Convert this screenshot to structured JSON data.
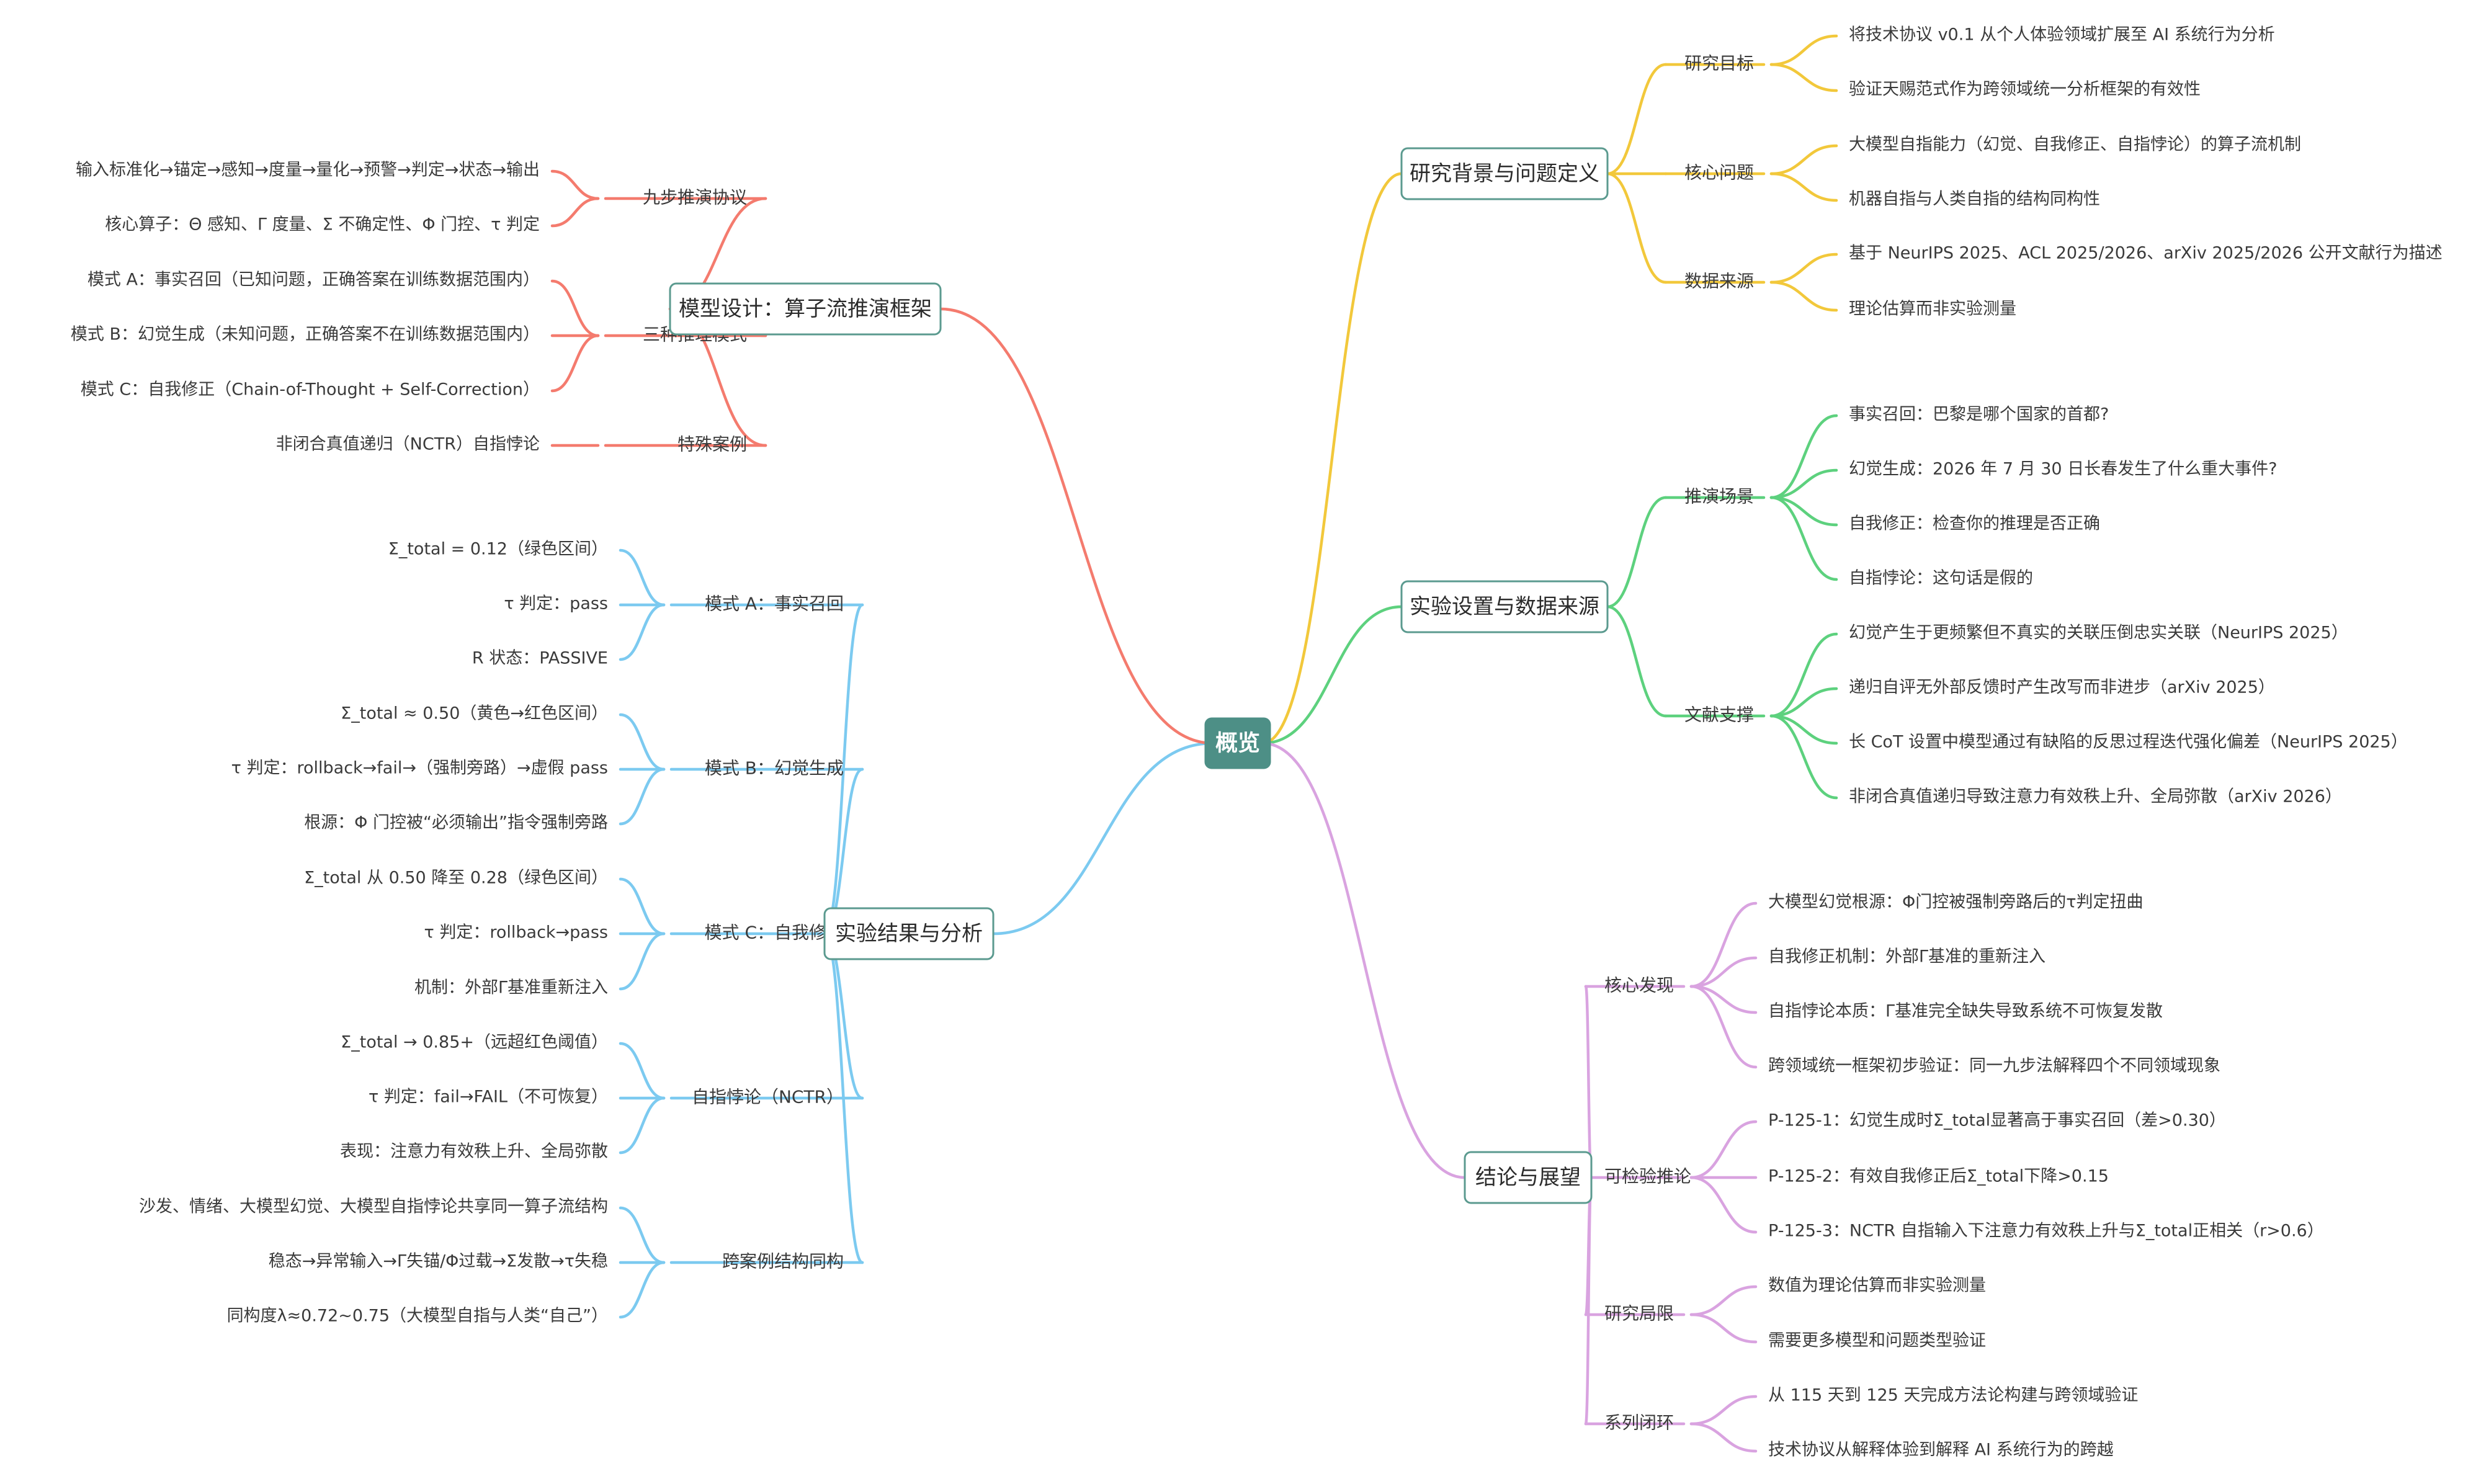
{
  "root": {
    "label": "概览"
  },
  "colors": {
    "background": "#ffffff",
    "root_fill": "#4d8f86",
    "branch_yellow": "#f2c83b",
    "branch_green": "#5dd17e",
    "branch_purple": "#d9a3e0",
    "branch_blue": "#7ccaf0",
    "branch_red": "#f47b6e",
    "box_border": "#5b9a8f"
  },
  "branches": [
    {
      "label": "研究背景与问题定义",
      "color": "yellow",
      "groups": [
        {
          "label": "研究目标",
          "items": [
            "将技术协议 v0.1 从个人体验领域扩展至 AI 系统行为分析",
            "验证天赐范式作为跨领域统一分析框架的有效性"
          ]
        },
        {
          "label": "核心问题",
          "items": [
            "大模型自指能力（幻觉、自我修正、自指悖论）的算子流机制",
            "机器自指与人类自指的结构同构性"
          ]
        },
        {
          "label": "数据来源",
          "items": [
            "基于 NeurIPS 2025、ACL 2025/2026、arXiv 2025/2026 公开文献行为描述",
            "理论估算而非实验测量"
          ]
        }
      ]
    },
    {
      "label": "实验设置与数据来源",
      "color": "green",
      "groups": [
        {
          "label": "推演场景",
          "items": [
            "事实召回：巴黎是哪个国家的首都?",
            "幻觉生成：2026 年 7 月 30 日长春发生了什么重大事件?",
            "自我修正：检查你的推理是否正确",
            "自指悖论：这句话是假的"
          ]
        },
        {
          "label": "文献支撑",
          "items": [
            "幻觉产生于更频繁但不真实的关联压倒忠实关联（NeurIPS 2025）",
            "递归自评无外部反馈时产生改写而非进步（arXiv 2025）",
            "长 CoT 设置中模型通过有缺陷的反思过程迭代强化偏差（NeurIPS 2025）",
            "非闭合真值递归导致注意力有效秩上升、全局弥散（arXiv 2026）"
          ]
        }
      ]
    },
    {
      "label": "结论与展望",
      "color": "purple",
      "groups": [
        {
          "label": "核心发现",
          "items": [
            "大模型幻觉根源：Φ门控被强制旁路后的τ判定扭曲",
            "自我修正机制：外部Γ基准的重新注入",
            "自指悖论本质：Γ基准完全缺失导致系统不可恢复发散",
            "跨领域统一框架初步验证：同一九步法解释四个不同领域现象"
          ]
        },
        {
          "label": "可检验推论",
          "items": [
            "P-125-1：幻觉生成时Σ_total显著高于事实召回（差>0.30）",
            "P-125-2：有效自我修正后Σ_total下降>0.15",
            "P-125-3：NCTR 自指输入下注意力有效秩上升与Σ_total正相关（r>0.6）"
          ]
        },
        {
          "label": "研究局限",
          "items": [
            "数值为理论估算而非实验测量",
            "需要更多模型和问题类型验证"
          ]
        },
        {
          "label": "系列闭环",
          "items": [
            "从 115 天到 125 天完成方法论构建与跨领域验证",
            "技术协议从解释体验到解释 AI 系统行为的跨越"
          ]
        }
      ]
    },
    {
      "label": "实验结果与分析",
      "color": "blue",
      "groups": [
        {
          "label": "模式 A：事实召回",
          "items": [
            "Σ_total = 0.12（绿色区间）",
            "τ 判定：pass",
            "R 状态：PASSIVE"
          ]
        },
        {
          "label": "模式 B：幻觉生成",
          "items": [
            "Σ_total ≈ 0.50（黄色→红色区间）",
            "τ 判定：rollback→fail→（强制旁路）→虚假 pass",
            "根源：Φ 门控被“必须输出”指令强制旁路"
          ]
        },
        {
          "label": "模式 C：自我修正",
          "items": [
            "Σ_total 从 0.50 降至 0.28（绿色区间）",
            "τ 判定：rollback→pass",
            "机制：外部Γ基准重新注入"
          ]
        },
        {
          "label": "自指悖论（NCTR）",
          "items": [
            "Σ_total → 0.85+（远超红色阈值）",
            "τ 判定：fail→FAIL（不可恢复）",
            "表现：注意力有效秩上升、全局弥散"
          ]
        },
        {
          "label": "跨案例结构同构",
          "items": [
            "沙发、情绪、大模型幻觉、大模型自指悖论共享同一算子流结构",
            "稳态→异常输入→Γ失锚/Φ过载→Σ发散→τ失稳",
            "同构度λ≈0.72~0.75（大模型自指与人类“自己”）"
          ]
        }
      ]
    },
    {
      "label": "模型设计：算子流推演框架",
      "color": "red",
      "groups": [
        {
          "label": "九步推演协议",
          "items": [
            "输入标准化→锚定→感知→度量→量化→预警→判定→状态→输出",
            "核心算子：Θ 感知、Γ 度量、Σ 不确定性、Φ 门控、τ 判定"
          ]
        },
        {
          "label": "三种推理模式",
          "items": [
            "模式 A：事实召回（已知问题，正确答案在训练数据范围内）",
            "模式 B：幻觉生成（未知问题，正确答案不在训练数据范围内）",
            "模式 C：自我修正（Chain-of-Thought + Self-Correction）"
          ]
        },
        {
          "label": "特殊案例",
          "items": [
            "非闭合真值递归（NCTR）自指悖论"
          ]
        }
      ]
    }
  ]
}
